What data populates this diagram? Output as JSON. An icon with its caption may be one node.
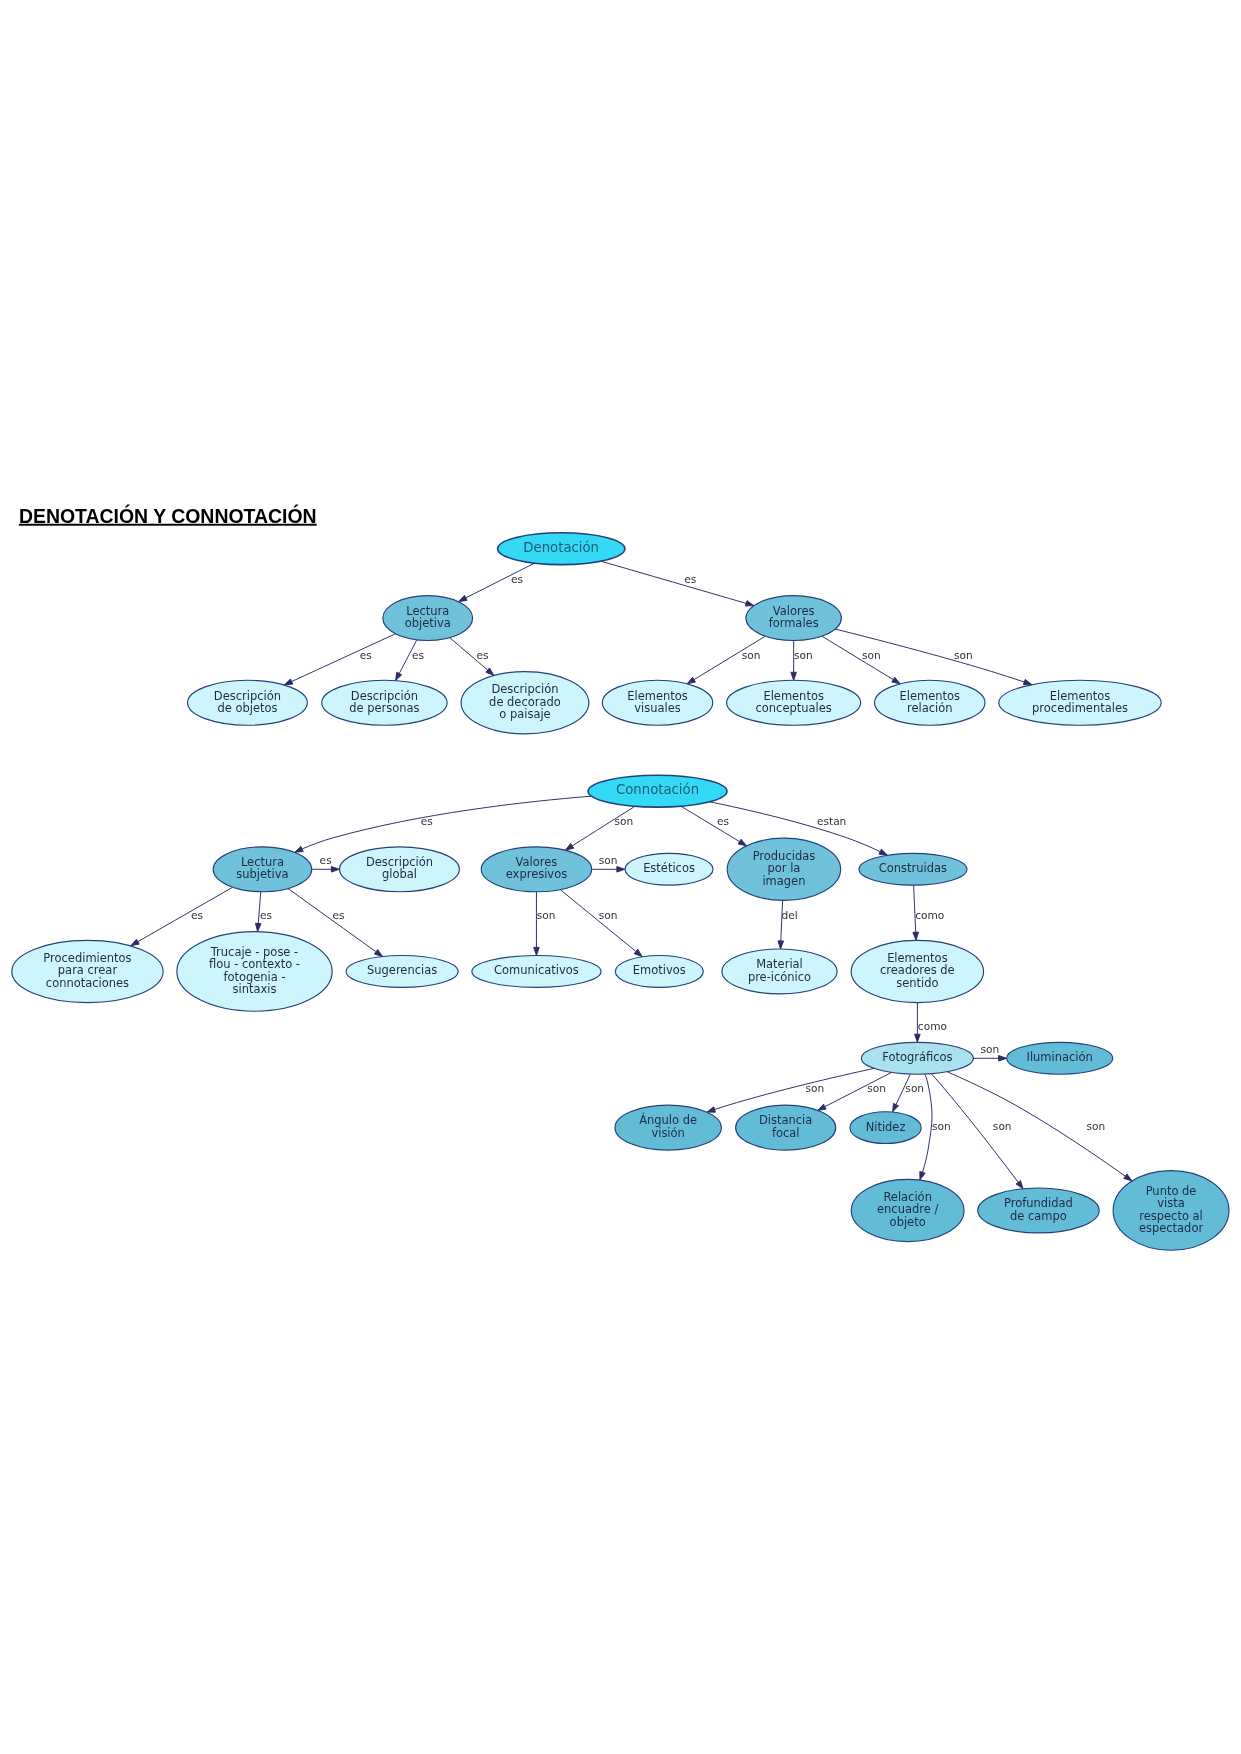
{
  "diagram": {
    "title": "DENOTACIÓN Y CONNOTACIÓN",
    "nodes": [
      {
        "text": [
          "Denotación"
        ]
      },
      {
        "text": [
          "Lectura objetiva"
        ]
      },
      {
        "text": [
          "Valores formales"
        ]
      },
      {
        "text": [
          "Descripción de objetos"
        ]
      },
      {
        "text": [
          "Descripción de personas"
        ]
      },
      {
        "text": [
          "Descripción de decorado o paisaje"
        ]
      },
      {
        "text": [
          "Elementos visuales"
        ]
      },
      {
        "text": [
          "Elementos conceptuales"
        ]
      },
      {
        "text": [
          "Elementos relación"
        ]
      },
      {
        "text": [
          "Elementos procedimentales"
        ]
      },
      {
        "text": [
          "Procedimientos para crear connotaciones"
        ]
      },
      {
        "text": [
          "Trucaje - pose - flou - contexto - fotogenia - sintaxis"
        ]
      },
      {
        "text": [
          "Comunicativos"
        ]
      },
      {
        "text": [
          "Emotivos"
        ]
      },
      {
        "text": [
          "Sugerencias"
        ]
      },
      {
        "text": [
          "Estéticos"
        ]
      },
      {
        "text": [
          "Descripción global"
        ]
      },
      {
        "text": [
          "Lectura subjetiva"
        ]
      },
      {
        "text": [
          "Valores expresivos"
        ]
      },
      {
        "text": [
          "Connotación"
        ]
      },
      {
        "text": [
          "Producidas por la imagen"
        ]
      },
      {
        "text": [
          "Construidas"
        ]
      },
      {
        "text": [
          "Material pre-icónico"
        ]
      },
      {
        "text": [
          "Elementos creadores de sentido"
        ]
      },
      {
        "text": [
          "Ángulo de visión"
        ]
      },
      {
        "text": [
          "Fotográficos"
        ]
      },
      {
        "text": [
          "Iluminación"
        ]
      },
      {
        "text": [
          "Distancia focal"
        ]
      },
      {
        "text": [
          "Nitidez"
        ]
      },
      {
        "text": [
          "Relación encuadre / objeto"
        ]
      },
      {
        "text": [
          "Profundidad de campo"
        ]
      },
      {
        "text": [
          "Punto de vista respecto al espectador"
        ]
      }
    ],
    "edges": [
      {
        "from": 0,
        "to": 1,
        "arrow": "to",
        "label": "es"
      },
      {
        "from": 0,
        "to": 2,
        "arrow": "to",
        "label": "es"
      },
      {
        "from": 1,
        "to": 3,
        "arrow": "to",
        "label": "es"
      },
      {
        "from": 1,
        "to": 4,
        "arrow": "to",
        "label": "es"
      },
      {
        "from": 1,
        "to": 5,
        "arrow": "to",
        "label": "es"
      },
      {
        "from": 2,
        "to": 6,
        "arrow": "to",
        "label": "son"
      },
      {
        "from": 2,
        "to": 7,
        "arrow": "to",
        "label": "son"
      },
      {
        "from": 2,
        "to": 8,
        "arrow": "to",
        "label": "son"
      },
      {
        "from": 2,
        "to": 9,
        "arrow": "to",
        "label": "son"
      },
      {
        "from": 19,
        "to": 17,
        "arrow": "to",
        "label": "es"
      },
      {
        "from": 19,
        "to": 18,
        "arrow": "to",
        "label": "son"
      },
      {
        "from": 17,
        "to": 10,
        "arrow": "to",
        "label": "es"
      },
      {
        "from": 17,
        "to": 11,
        "arrow": "to",
        "label": "es"
      },
      {
        "from": 17,
        "to": 14,
        "arrow": "to",
        "label": "es"
      },
      {
        "from": 17,
        "to": 16,
        "arrow": "to",
        "label": "es"
      },
      {
        "from": 18,
        "to": 12,
        "arrow": "to",
        "label": "son"
      },
      {
        "from": 18,
        "to": 13,
        "arrow": "to",
        "label": "son"
      },
      {
        "from": 18,
        "to": 15,
        "arrow": "to",
        "label": "son"
      },
      {
        "from": 19,
        "to": 20,
        "arrow": "to",
        "label": "es"
      },
      {
        "from": 19,
        "to": 21,
        "arrow": "to",
        "label": "estan"
      },
      {
        "from": 20,
        "to": 22,
        "arrow": "to",
        "label": "del"
      },
      {
        "from": 21,
        "to": 23,
        "arrow": "to",
        "label": "como"
      },
      {
        "from": 23,
        "to": 25,
        "arrow": "to",
        "label": "como"
      },
      {
        "from": 25,
        "to": 24,
        "arrow": "to",
        "label": "son"
      },
      {
        "from": 25,
        "to": 26,
        "arrow": "to",
        "label": "son"
      },
      {
        "from": 25,
        "to": 27,
        "arrow": "to",
        "label": "son"
      },
      {
        "from": 25,
        "to": 29,
        "arrow": "to",
        "label": "son"
      },
      {
        "from": 25,
        "to": 30,
        "arrow": "to",
        "label": "son"
      },
      {
        "from": 25,
        "to": 31,
        "arrow": "to",
        "label": "son"
      },
      {
        "from": 25,
        "to": 28,
        "arrow": "to",
        "label": "son"
      }
    ]
  }
}
